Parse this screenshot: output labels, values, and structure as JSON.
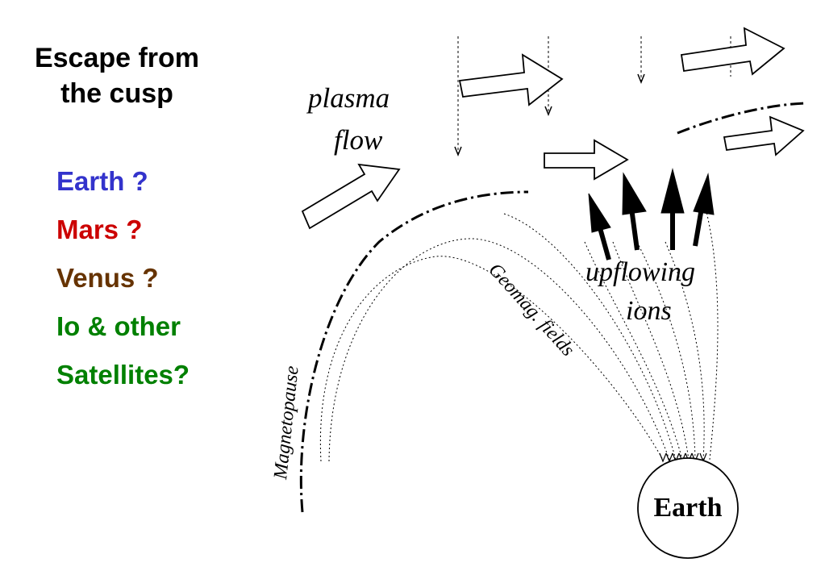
{
  "slide": {
    "title_line1": "Escape from",
    "title_line2": "the cusp",
    "bullets": [
      {
        "text": "Earth ?",
        "color": "#3333cc"
      },
      {
        "text": "Mars ?",
        "color": "#cc0000"
      },
      {
        "text": "Venus ?",
        "color": "#663300"
      },
      {
        "text": "Io & other",
        "color": "#008000"
      },
      {
        "text": "Satellites?",
        "color": "#008000"
      }
    ]
  },
  "diagram": {
    "label_plasma": "plasma",
    "label_flow": "flow",
    "label_upflowing": "upflowing",
    "label_ions": "ions",
    "label_geomag": "Geomag. fields",
    "label_magnetopause": "Magnetopause",
    "label_earth": "Earth"
  }
}
